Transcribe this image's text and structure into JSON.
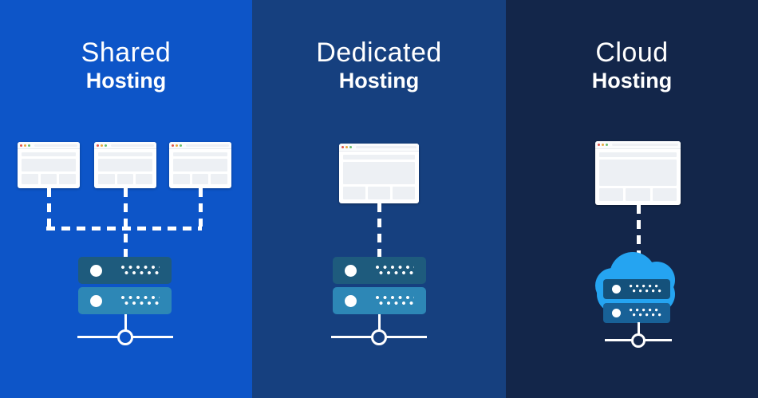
{
  "colors": {
    "panel1_bg": "#0d55c8",
    "panel2_bg": "#16407f",
    "panel3_bg": "#13264a",
    "server_dark": "#1e5b7d",
    "server_light": "#2d87b6",
    "cloud": "#25a4f1",
    "cloud_server_dark": "#14517b",
    "cloud_server_light": "#186197",
    "connector": "#ffffff"
  },
  "panels": [
    {
      "id": "shared",
      "title_line1": "Shared",
      "title_line2": "Hosting",
      "client_windows": 3,
      "server_icon": "server-stack-icon",
      "connection": "dashed"
    },
    {
      "id": "dedicated",
      "title_line1": "Dedicated",
      "title_line2": "Hosting",
      "client_windows": 1,
      "server_icon": "server-stack-icon",
      "connection": "dashed"
    },
    {
      "id": "cloud",
      "title_line1": "Cloud",
      "title_line2": "Hosting",
      "client_windows": 1,
      "server_icon": "cloud-server-stack-icon",
      "connection": "dashed"
    }
  ]
}
